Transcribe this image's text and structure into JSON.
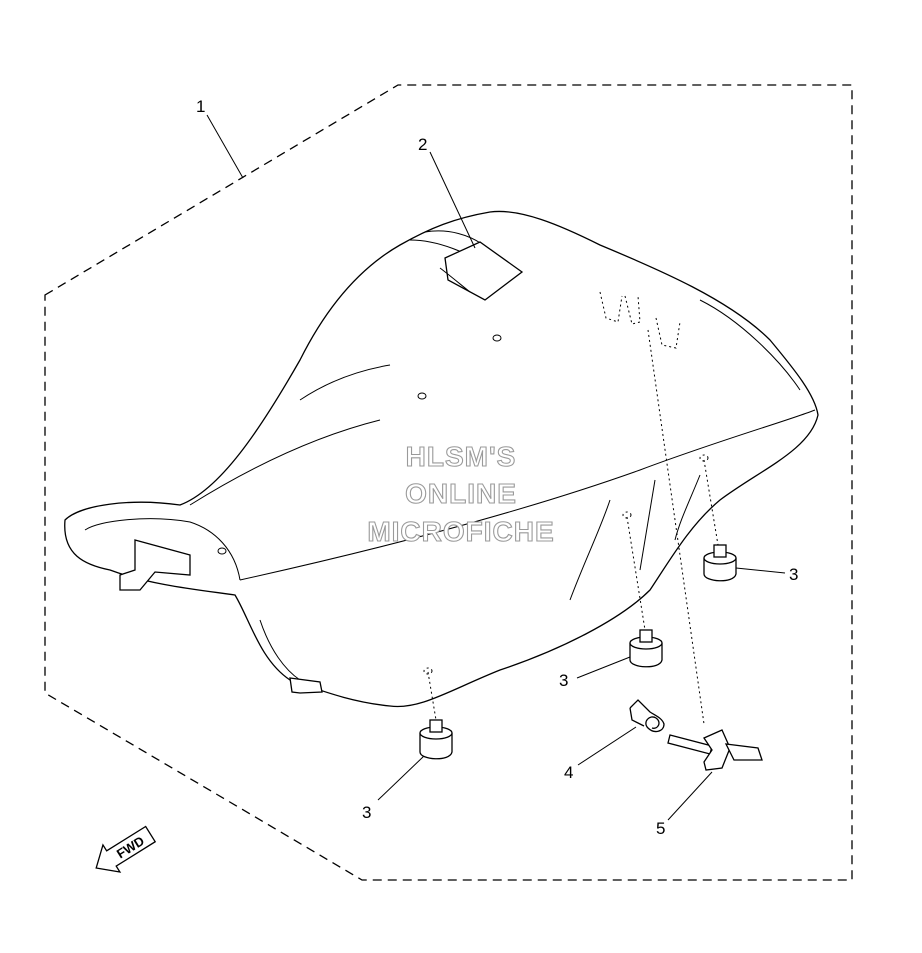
{
  "callouts": {
    "c1": "1",
    "c2": "2",
    "c3a": "3",
    "c3b": "3",
    "c3c": "3",
    "c4": "4",
    "c5": "5"
  },
  "watermark": {
    "line1": "HLSM'S",
    "line2": "ONLINE",
    "line3": "MICROFICHE"
  },
  "direction_arrow": {
    "label": "FWD"
  }
}
